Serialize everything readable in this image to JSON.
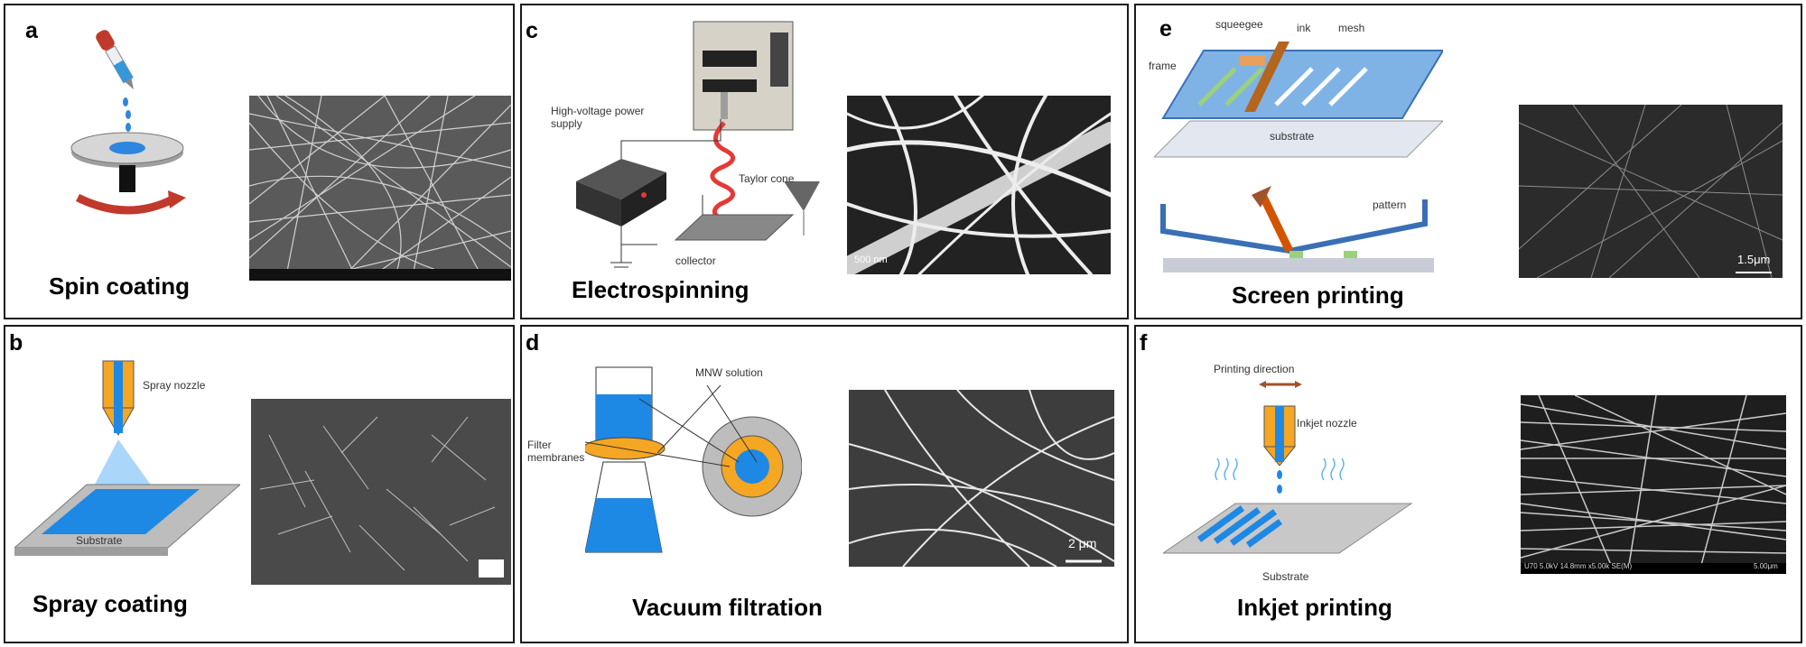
{
  "panels": {
    "a": {
      "label": "a",
      "title": "Spin coating"
    },
    "b": {
      "label": "b",
      "title": "Spray coating",
      "labels": {
        "nozzle": "Spray nozzle",
        "substrate": "Substrate"
      }
    },
    "c": {
      "label": "c",
      "title": "Electrospinning",
      "labels": {
        "power": "High-voltage power supply",
        "taylor": "Taylor cone",
        "collector": "collector",
        "scale": "500 nm"
      }
    },
    "d": {
      "label": "d",
      "title": "Vacuum filtration",
      "labels": {
        "solution": "MNW solution",
        "filter": "Filter membranes",
        "scale": "2 μm"
      }
    },
    "e": {
      "label": "e",
      "title": "Screen printing",
      "labels": {
        "squeegee": "squeegee",
        "ink": "ink",
        "mesh": "mesh",
        "frame": "frame",
        "substrate": "substrate",
        "pattern": "pattern",
        "scale": "1.5μm"
      }
    },
    "f": {
      "label": "f",
      "title": "Inkjet printing",
      "labels": {
        "direction": "Printing direction",
        "nozzle": "Inkjet nozzle",
        "substrate": "Substrate",
        "semfooter": "U70 5.0kV 14.8mm x5.00k SE(M)",
        "scale": "5.00μm"
      }
    }
  },
  "colors": {
    "blue": "#1e88e5",
    "orange": "#f5a623",
    "gray": "#c8c8c8",
    "sem_dark": "#3a3a3a"
  }
}
